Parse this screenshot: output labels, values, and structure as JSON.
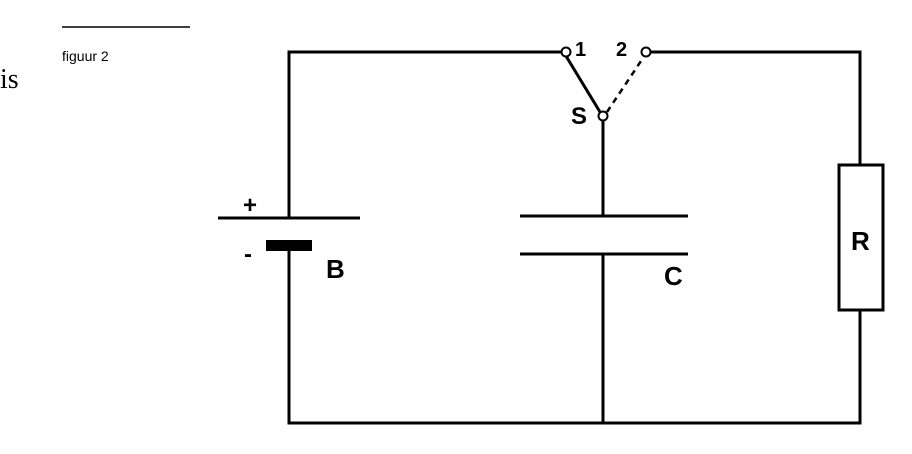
{
  "margin_fragment": "is",
  "caption": "figuur 2",
  "labels": {
    "battery": "B",
    "capacitor": "C",
    "switch": "S",
    "resistor": "R",
    "terminal_1": "1",
    "terminal_2": "2",
    "plus": "+",
    "minus": "-"
  }
}
